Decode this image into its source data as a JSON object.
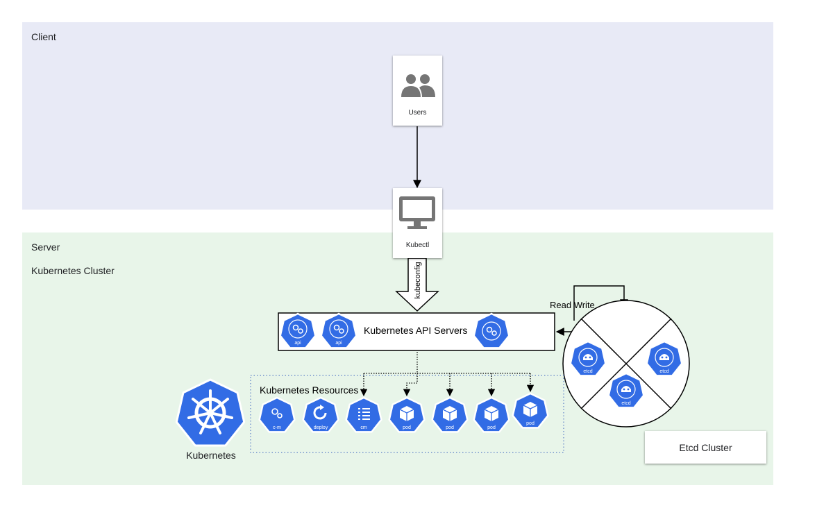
{
  "client_zone": {
    "label": "Client"
  },
  "server_zone": {
    "label": "Server",
    "cluster_label": "Kubernetes Cluster"
  },
  "users_card": {
    "label": "Users",
    "icon": "users-icon"
  },
  "kubectl_card": {
    "label": "Kubectl",
    "icon": "monitor-icon"
  },
  "kubeconfig_arrow": {
    "label": "kubeconfig"
  },
  "api_servers": {
    "label": "Kubernetes API Servers",
    "nodes": [
      "api",
      "api"
    ]
  },
  "read_write": {
    "label": "Read Write"
  },
  "resources": {
    "label": "Kubernetes Resources",
    "items": [
      "c-m",
      "deploy",
      "cm",
      "pod",
      "pod",
      "pod",
      "pod"
    ]
  },
  "kubernetes_logo": {
    "label": "Kubernetes"
  },
  "etcd": {
    "nodes": [
      "etcd",
      "etcd",
      "etcd"
    ],
    "cluster_label": "Etcd Cluster"
  },
  "colors": {
    "client_bg": "#e8eaf6",
    "server_bg": "#e8f5e9",
    "k8s_blue": "#326ce5",
    "icon_gray": "#757575"
  }
}
